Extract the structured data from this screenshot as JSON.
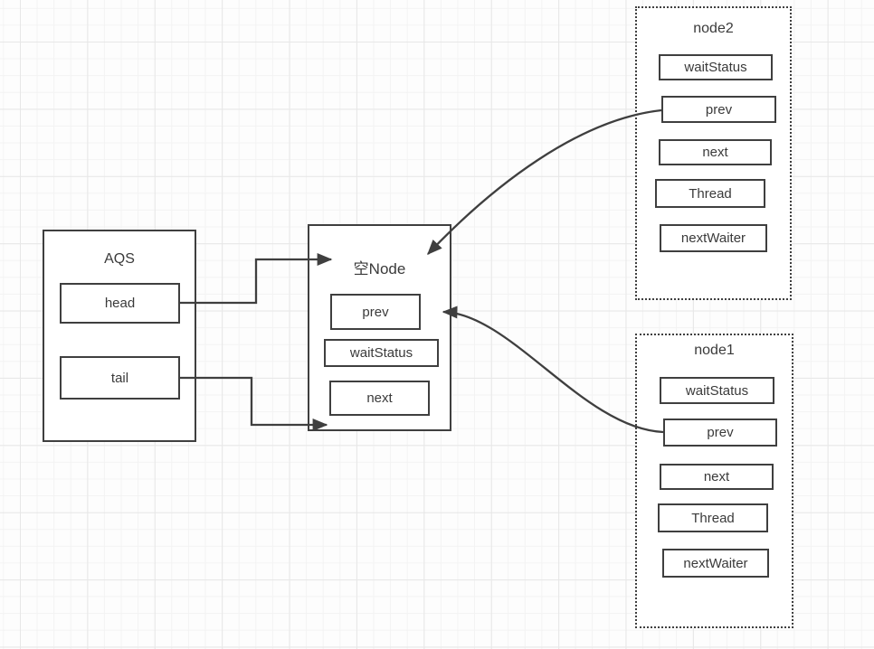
{
  "groups": {
    "aqs": {
      "title": "AQS",
      "fields": [
        "head",
        "tail"
      ]
    },
    "empty_node": {
      "title": "空Node",
      "fields": [
        "prev",
        "waitStatus",
        "next"
      ]
    },
    "node2": {
      "title": "node2",
      "fields": [
        "waitStatus",
        "prev",
        "next",
        "Thread",
        "nextWaiter"
      ]
    },
    "node1": {
      "title": "node1",
      "fields": [
        "waitStatus",
        "prev",
        "next",
        "Thread",
        "nextWaiter"
      ]
    }
  },
  "connectors": [
    {
      "from": "AQS.head",
      "to": "空Node (title)"
    },
    {
      "from": "AQS.tail",
      "to": "空Node (bottom)"
    },
    {
      "from": "node2.prev",
      "to": "空Node (top)"
    },
    {
      "from": "node1.prev",
      "to": "空Node (prev)"
    }
  ],
  "colors": {
    "stroke": "#3f3f3f",
    "text": "#3a3a3a",
    "box_fill": "#ffffff",
    "background": "#fdfdfd",
    "grid_minor": "#f3f3f3",
    "grid_major": "#e7e7e7"
  }
}
